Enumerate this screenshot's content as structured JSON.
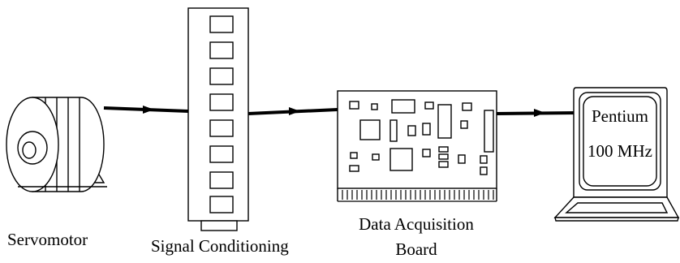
{
  "labels": {
    "servomotor": "Servomotor",
    "signal_conditioning": "Signal Conditioning",
    "daq_line1": "Data Acquisition",
    "daq_line2": "Board",
    "screen_line1": "Pentium",
    "screen_line2": "100 MHz"
  },
  "icons": [
    "servomotor-icon",
    "signal-conditioning-rack-icon",
    "daq-board-icon",
    "computer-icon",
    "arrow-icon"
  ],
  "colors": {
    "stroke": "#000000",
    "fill": "#ffffff"
  }
}
